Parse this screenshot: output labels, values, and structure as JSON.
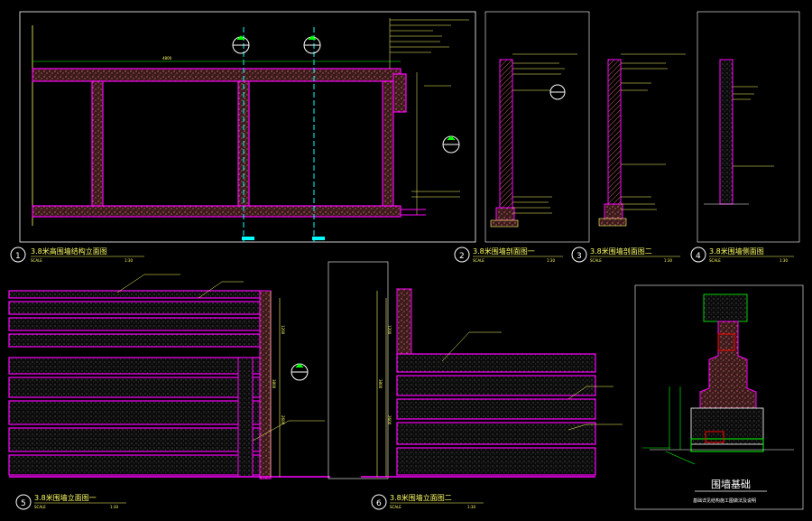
{
  "drawing": {
    "colors": {
      "background": "#000000",
      "wall_outline": "#ff00ff",
      "fill_speckle": "#c86464",
      "grid": "#ffffff",
      "text": "#ffff66",
      "axis": "#00ffff",
      "annotation": "#00ff00"
    },
    "titles": [
      {
        "num": "1",
        "title": "3.8米高围墙结构立面图",
        "scale": "1:30"
      },
      {
        "num": "2",
        "title": "3.8米围墙剖面图一",
        "scale": "1:30"
      },
      {
        "num": "3",
        "title": "3.8米围墙剖面图二",
        "scale": "1:30"
      },
      {
        "num": "4",
        "title": "3.8米围墙侧面图",
        "scale": "1:30"
      },
      {
        "num": "5",
        "title": "3.8米围墙立面图一",
        "scale": "1:30"
      },
      {
        "num": "6",
        "title": "3.8米围墙立面图二",
        "scale": "1:30"
      }
    ],
    "title_prefix": "SCALE",
    "foundation": {
      "title": "围墙基础",
      "subtitle": "基础详见结构施工图做法及说明"
    },
    "axis_markers": [
      "1",
      "2",
      "3",
      "4",
      "5"
    ],
    "dims": {
      "total_width": "4800",
      "height_3800": "3800",
      "height_1200": "1200",
      "height_2600": "2600"
    }
  }
}
